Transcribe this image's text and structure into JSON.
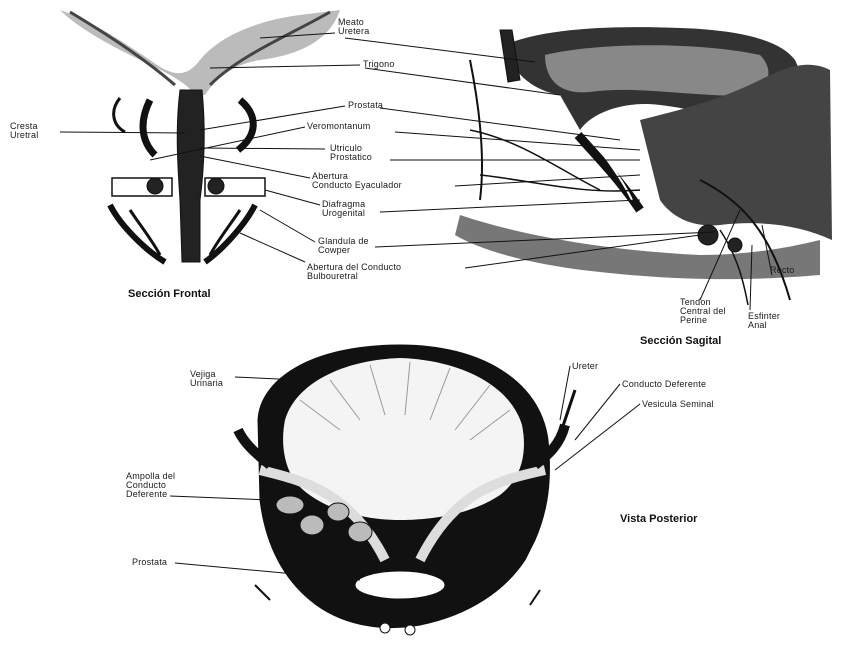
{
  "sections": {
    "frontal": "Sección Frontal",
    "sagital": "Sección Sagital",
    "posterior": "Vista Posterior"
  },
  "labels": {
    "meato_ureteral": "Meato\nUretera",
    "trigono": "Trigono",
    "prostata_top": "Prostata",
    "cresta_uretral": "Cresta\nUretral",
    "veromontanum": "Veromontanum",
    "utriculo_prostatico": "Utriculo\nProstatico",
    "abertura_conducto_eyaculador": "Abertura\nConducto Eyaculador",
    "diafragma_urogenital": "Diafragma\nUrogenital",
    "glandula_cowper": "Glandula de\nCowper",
    "abertura_conducto_bulbouretral": "Abertura del Conducto\nBulbouretral",
    "recto": "Recto",
    "tendon_central_perine": "Tendon\nCentral del\nPerine",
    "esfinter_anal": "Esfinter\nAnal",
    "vejiga_urinaria": "Vejiga\nUrinaria",
    "ureter": "Ureter",
    "conducto_deferente": "Conducto Deferente",
    "vesicula_seminal": "Vesicula Seminal",
    "ampolla_conducto_deferente": "Ampolla del\nConducto\nDeferente",
    "prostata_bottom": "Prostata"
  },
  "colors": {
    "ink": "#111111",
    "shade": "#555555",
    "paper": "#ffffff"
  }
}
